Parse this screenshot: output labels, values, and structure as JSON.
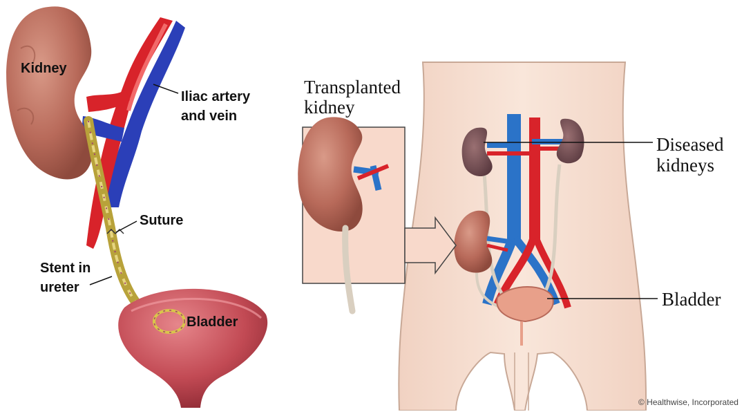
{
  "left_labels": {
    "kidney": "Kidney",
    "iliac_line1": "Iliac artery",
    "iliac_line2": "and vein",
    "suture": "Suture",
    "stent_line1": "Stent in",
    "stent_line2": "ureter",
    "bladder": "Bladder"
  },
  "right_labels": {
    "transplanted_line1": "Transplanted",
    "transplanted_line2": "kidney",
    "diseased_line1": "Diseased",
    "diseased_line2": "kidneys",
    "bladder": "Bladder"
  },
  "credit": "© Healthwise, Incorporated",
  "colors": {
    "kidney": "#b86a5a",
    "artery": "#d8232a",
    "vein": "#2b3fb8",
    "skin": "#f7e3d6",
    "inset_bg": "#f8d9cb",
    "ureter": "#b8a23a"
  }
}
